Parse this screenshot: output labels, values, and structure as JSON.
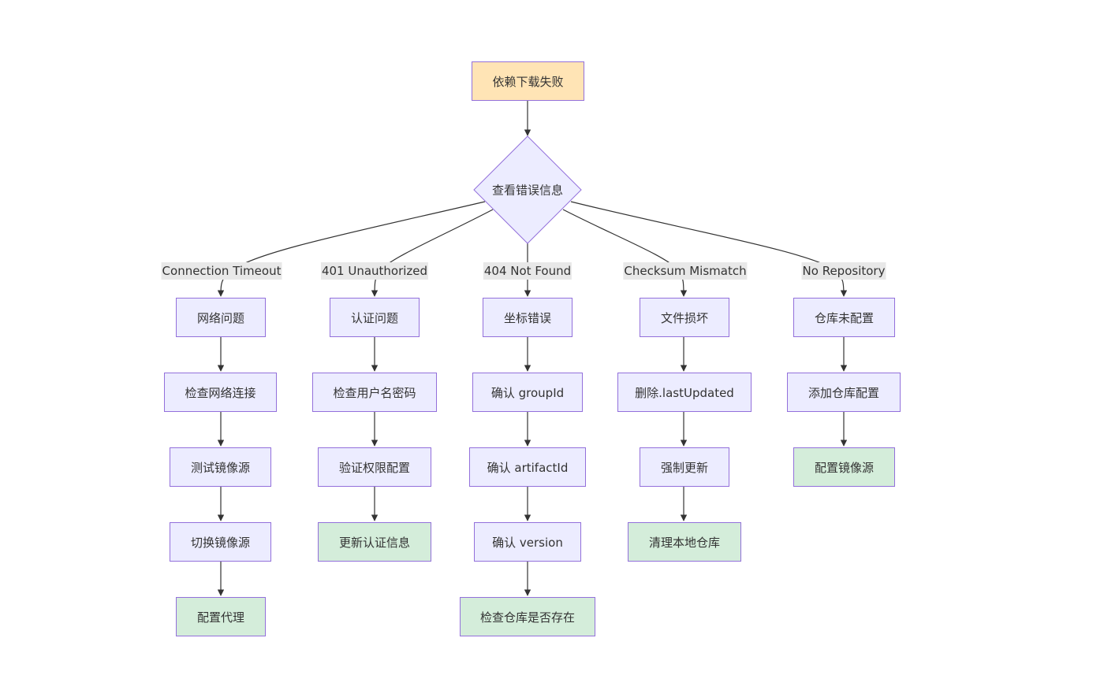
{
  "nodes": {
    "start": "依赖下载失败",
    "decision": "查看错误信息",
    "net_problem": "网络问题",
    "check_network": "检查网络连接",
    "test_mirror": "测试镜像源",
    "switch_mirror": "切换镜像源",
    "config_proxy": "配置代理",
    "auth_problem": "认证问题",
    "check_credentials": "检查用户名密码",
    "verify_permission": "验证权限配置",
    "update_auth": "更新认证信息",
    "coord_error": "坐标错误",
    "confirm_groupid": "确认 groupId",
    "confirm_artifactid": "确认 artifactId",
    "confirm_version": "确认 version",
    "check_repo_exists": "检查仓库是否存在",
    "file_damaged": "文件损坏",
    "delete_lastupdated": "删除.lastUpdated",
    "force_update": "强制更新",
    "clean_local_repo": "清理本地仓库",
    "repo_not_configured": "仓库未配置",
    "add_repo_config": "添加仓库配置",
    "config_mirror": "配置镜像源"
  },
  "edge_labels": {
    "connection_timeout": "Connection Timeout",
    "unauthorized_401": "401 Unauthorized",
    "not_found_404": "404 Not Found",
    "checksum_mismatch": "Checksum Mismatch",
    "no_repository": "No Repository"
  },
  "colors": {
    "node_fill": "#ECECFF",
    "node_border": "#9370DB",
    "start_fill": "#FFE4B5",
    "end_fill": "#D4EDDA",
    "edge": "#333333",
    "label_bg": "#E8E8E8"
  }
}
